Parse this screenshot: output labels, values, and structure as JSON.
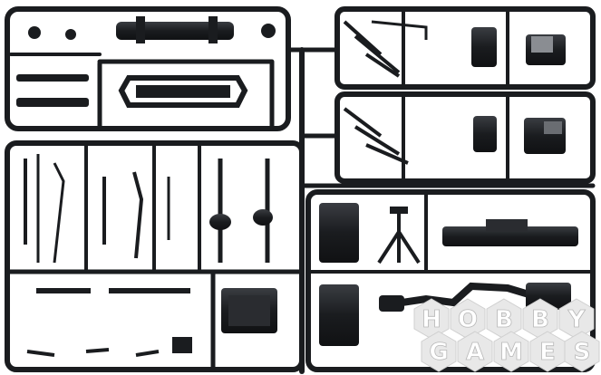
{
  "photo": {
    "subject": "plastic model kit sprue",
    "background_color": "#ffffff",
    "plastic_color": "#1a1c1f",
    "plastic_highlight": "#3a3d42"
  },
  "watermark": {
    "line1": [
      "H",
      "O",
      "B",
      "B",
      "Y"
    ],
    "line2": [
      "G",
      "A",
      "M",
      "E",
      "S"
    ],
    "hex_fill": "#e8e8e8",
    "hex_stroke": "#cfcfcf"
  }
}
